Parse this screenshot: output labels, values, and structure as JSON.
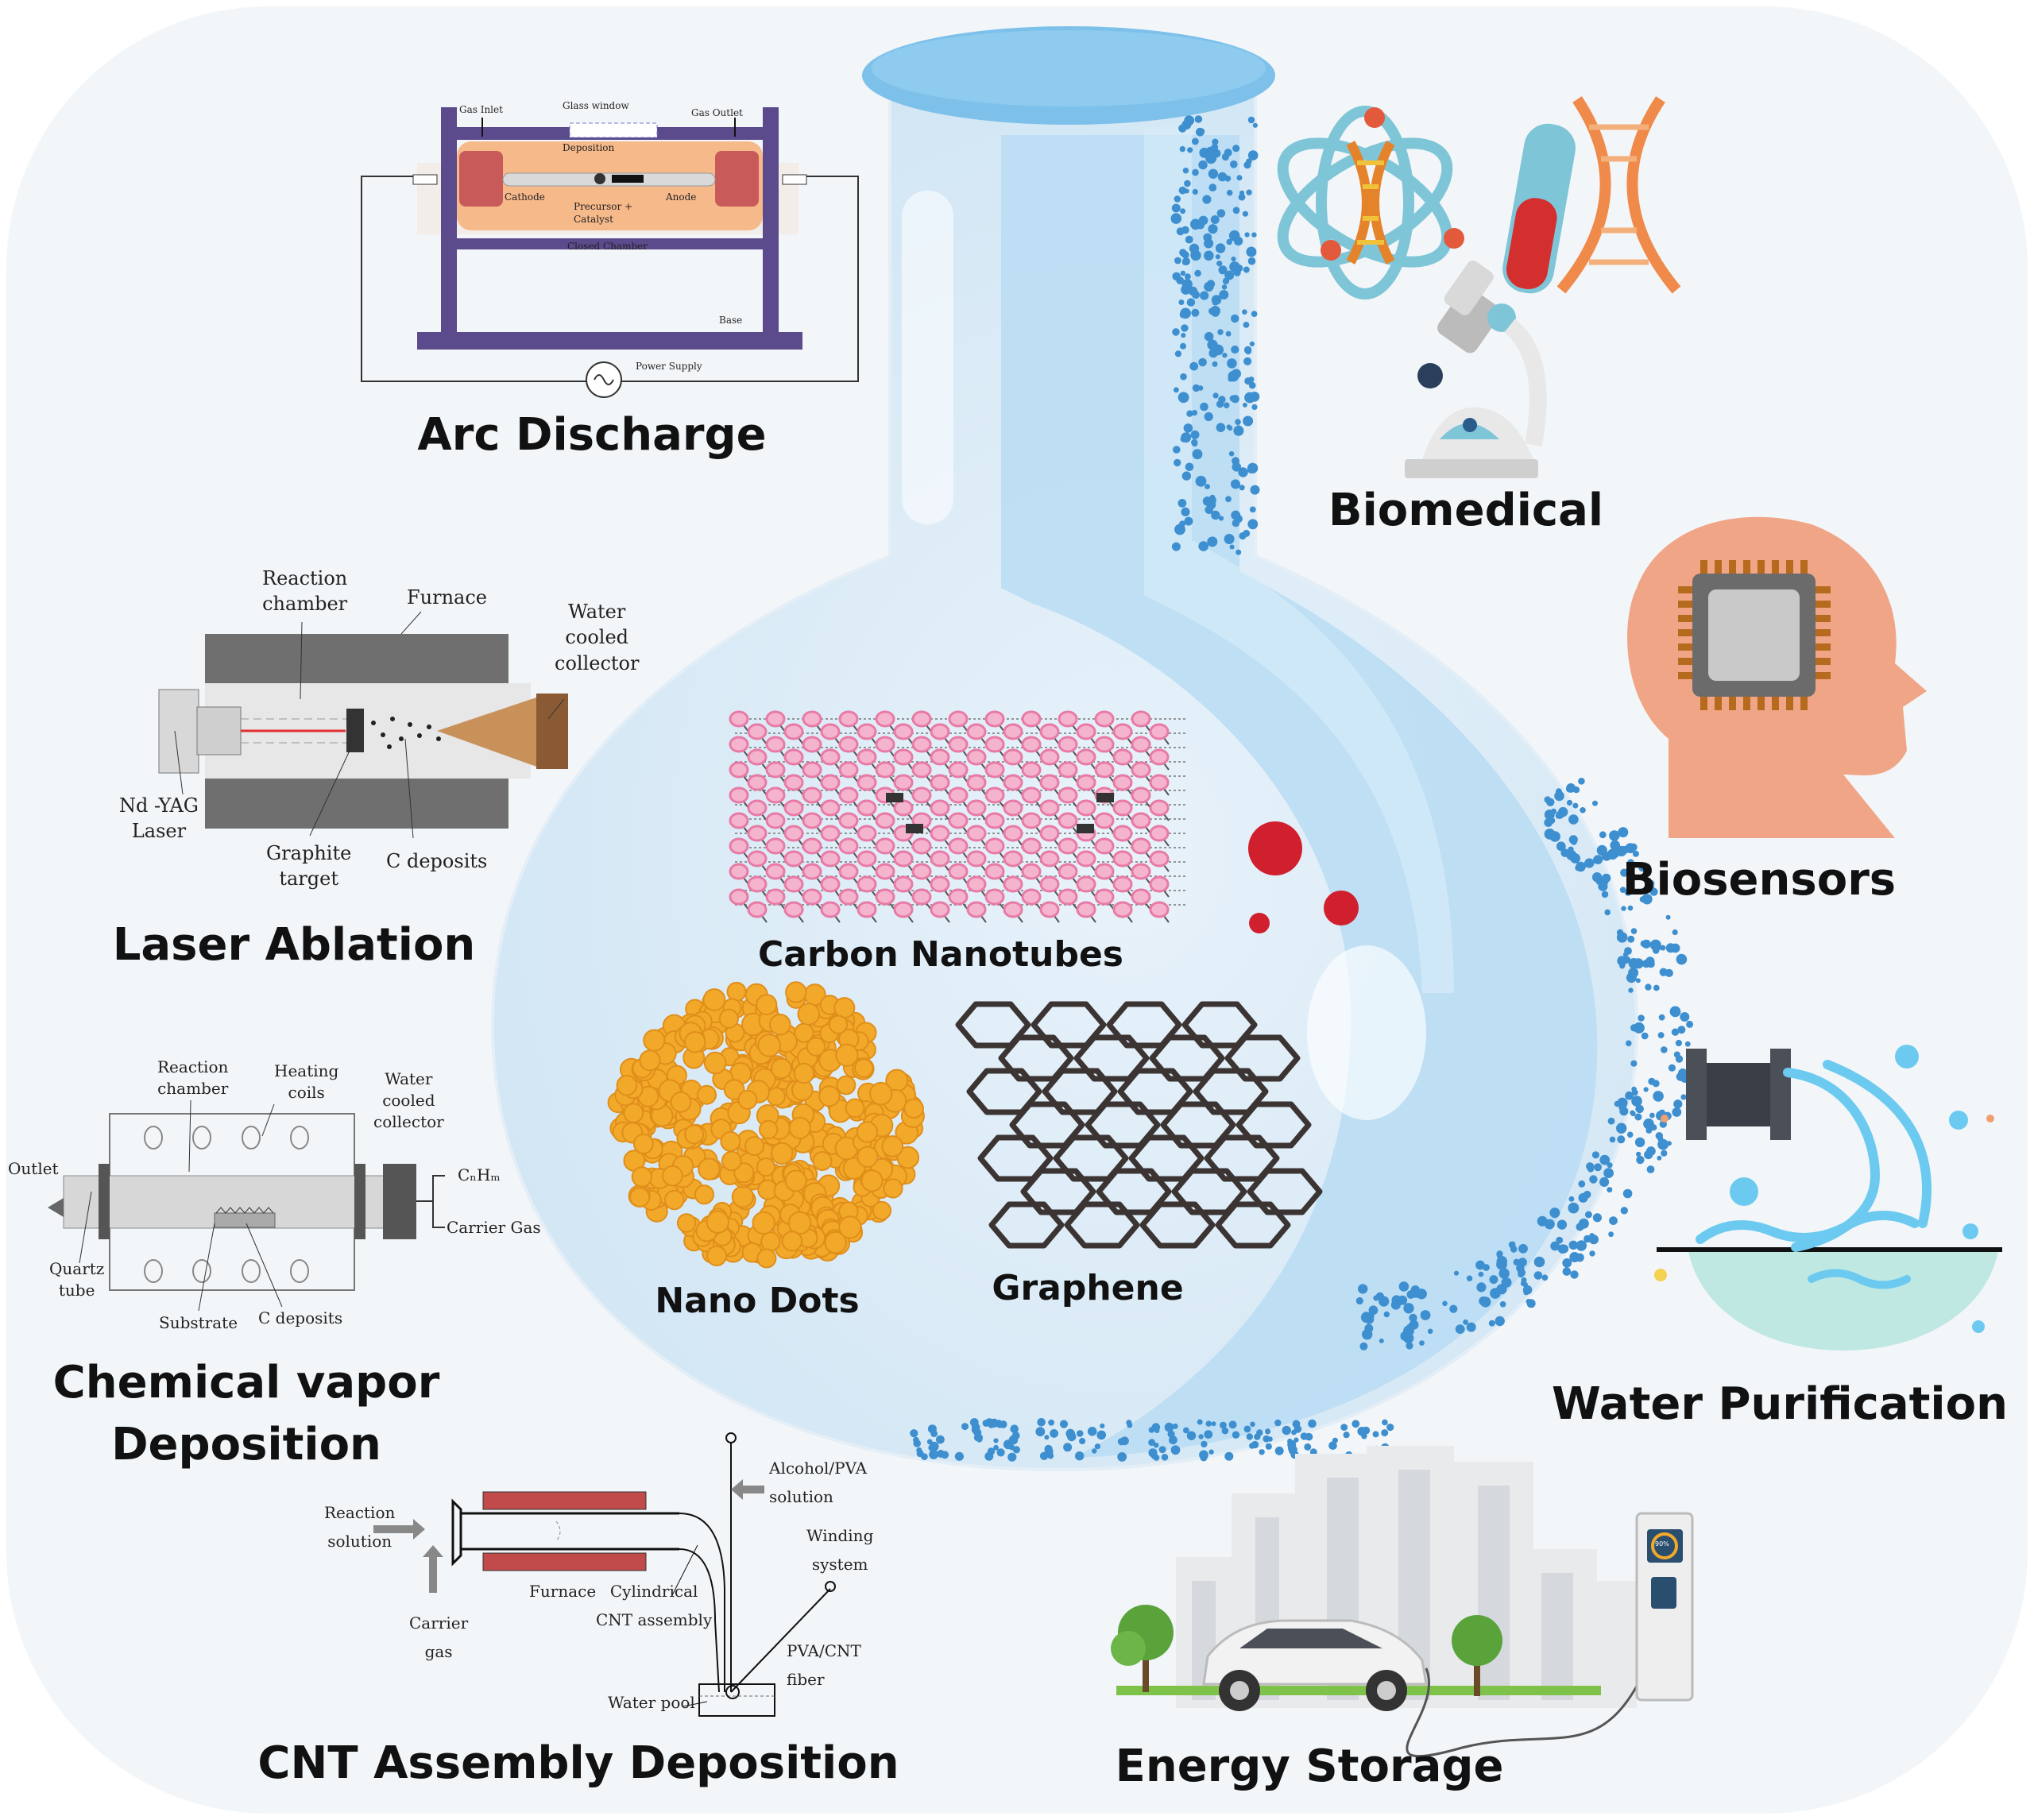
{
  "synthesis": {
    "arc_discharge": {
      "title": "Arc Discharge",
      "labels": {
        "gas_inlet": "Gas Inlet",
        "glass_window": "Glass window",
        "gas_outlet": "Gas Outlet",
        "deposition": "Deposition",
        "cathode": "Cathode",
        "anode": "Anode",
        "precursor": "Precursor +",
        "catalyst": "Catalyst",
        "closed_chamber": "Closed Chamber",
        "base": "Base",
        "power_supply": "Power Supply"
      }
    },
    "laser_ablation": {
      "title": "Laser Ablation",
      "labels": {
        "reaction": "Reaction",
        "chamber": "chamber",
        "furnace": "Furnace",
        "water": "Water",
        "cooled": "cooled",
        "collector": "collector",
        "nd_yag": "Nd -YAG",
        "laser": "Laser",
        "graphite": "Graphite",
        "target": "target",
        "c_deposits": "C deposits"
      }
    },
    "cvd": {
      "title_line1": "Chemical vapor",
      "title_line2": "Deposition",
      "labels": {
        "reaction": "Reaction",
        "chamber": "chamber",
        "heating": "Heating",
        "coils": "coils",
        "water": "Water",
        "cooled": "cooled",
        "collector": "collector",
        "outlet": "Outlet",
        "cnhm": "CₙHₘ",
        "carrier_gas": "Carrier Gas",
        "quartz": "Quartz",
        "tube": "tube",
        "substrate": "Substrate",
        "c_deposits": "C deposits"
      }
    },
    "cnt_assembly": {
      "title": "CNT Assembly Deposition",
      "labels": {
        "reaction": "Reaction",
        "solution": "solution",
        "carrier": "Carrier",
        "gas": "gas",
        "furnace": "Furnace",
        "cylindrical": "Cylindrical",
        "cnt_assembly": "CNT assembly",
        "alcohol_pva": "Alcohol/PVA",
        "solution2": "solution",
        "winding": "Winding",
        "system": "system",
        "pva_cnt": "PVA/CNT",
        "fiber": "fiber",
        "water_pool": "Water pool"
      }
    }
  },
  "nanomaterials": {
    "carbon_nanotubes": "Carbon Nanotubes",
    "nano_dots": "Nano Dots",
    "graphene": "Graphene"
  },
  "applications": {
    "biomedical": "Biomedical",
    "biosensors": "Biosensors",
    "water_purification": "Water Purification",
    "energy_storage": "Energy Storage",
    "charger_display": "90%"
  },
  "colors": {
    "flask_light": "#dcebf6",
    "flask_stream": "#b9dcf3",
    "dots": "#3d8fd0",
    "arc_frame": "#5b4a8c",
    "chamber": "#f6b98a",
    "electrode": "#c95a5a",
    "nanotube": "#e87aa6",
    "nanodot": "#f2a92a",
    "graphene": "#3b3433",
    "blood": "#d0202e",
    "head": "#f0a587"
  }
}
